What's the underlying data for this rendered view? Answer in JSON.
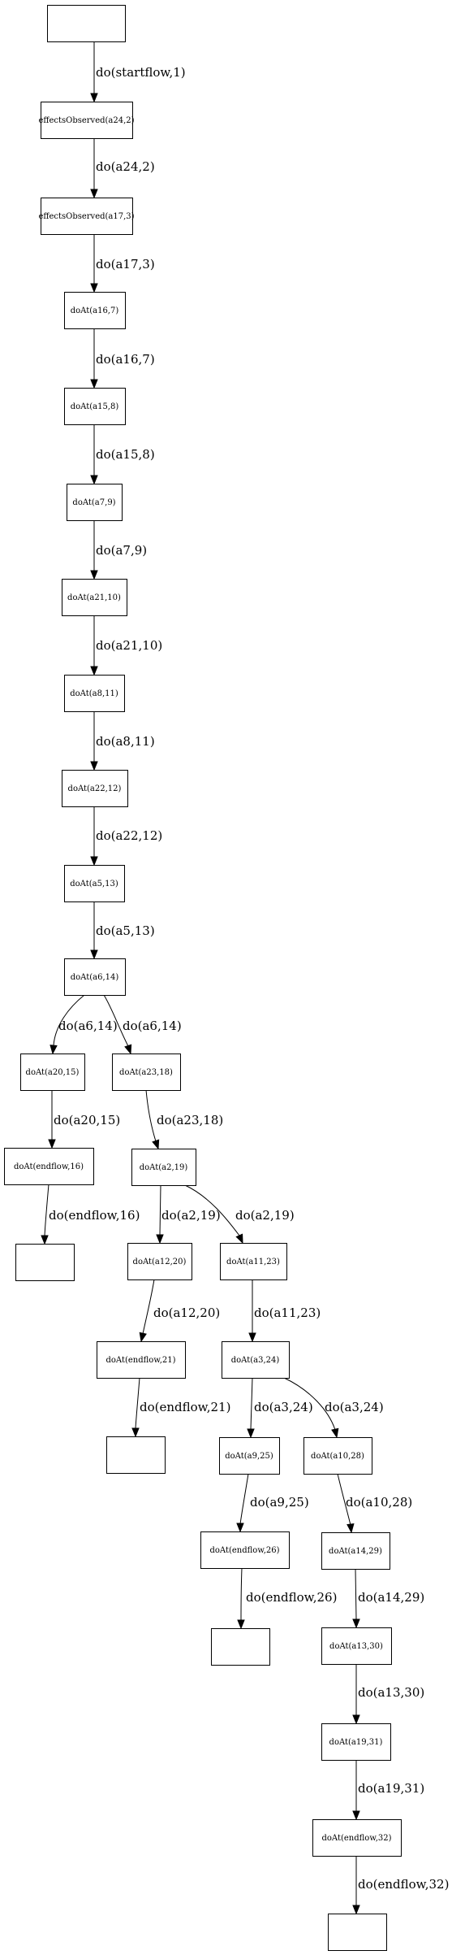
{
  "diagram": {
    "nodes": [
      {
        "id": "n0",
        "label": ""
      },
      {
        "id": "n1",
        "label": "effectsObserved(a24,2)"
      },
      {
        "id": "n2",
        "label": "effectsObserved(a17,3)"
      },
      {
        "id": "n3",
        "label": "doAt(a16,7)"
      },
      {
        "id": "n4",
        "label": "doAt(a15,8)"
      },
      {
        "id": "n5",
        "label": "doAt(a7,9)"
      },
      {
        "id": "n6",
        "label": "doAt(a21,10)"
      },
      {
        "id": "n7",
        "label": "doAt(a8,11)"
      },
      {
        "id": "n8",
        "label": "doAt(a22,12)"
      },
      {
        "id": "n9",
        "label": "doAt(a5,13)"
      },
      {
        "id": "n10",
        "label": "doAt(a6,14)"
      },
      {
        "id": "n11",
        "label": "doAt(a20,15)"
      },
      {
        "id": "n12",
        "label": "doAt(a23,18)"
      },
      {
        "id": "n13",
        "label": "doAt(endflow,16)"
      },
      {
        "id": "n14",
        "label": "doAt(a2,19)"
      },
      {
        "id": "n15",
        "label": ""
      },
      {
        "id": "n16",
        "label": "doAt(a12,20)"
      },
      {
        "id": "n17",
        "label": "doAt(a11,23)"
      },
      {
        "id": "n18",
        "label": "doAt(endflow,21)"
      },
      {
        "id": "n19",
        "label": "doAt(a3,24)"
      },
      {
        "id": "n20",
        "label": ""
      },
      {
        "id": "n21",
        "label": "doAt(a9,25)"
      },
      {
        "id": "n22",
        "label": "doAt(a10,28)"
      },
      {
        "id": "n23",
        "label": "doAt(endflow,26)"
      },
      {
        "id": "n24",
        "label": "doAt(a14,29)"
      },
      {
        "id": "n25",
        "label": ""
      },
      {
        "id": "n26",
        "label": "doAt(a13,30)"
      },
      {
        "id": "n27",
        "label": "doAt(a19,31)"
      },
      {
        "id": "n28",
        "label": "doAt(endflow,32)"
      },
      {
        "id": "n29",
        "label": ""
      }
    ],
    "edges": [
      {
        "from": "n0",
        "to": "n1",
        "label": "do(startflow,1)"
      },
      {
        "from": "n1",
        "to": "n2",
        "label": "do(a24,2)"
      },
      {
        "from": "n2",
        "to": "n3",
        "label": "do(a17,3)"
      },
      {
        "from": "n3",
        "to": "n4",
        "label": "do(a16,7)"
      },
      {
        "from": "n4",
        "to": "n5",
        "label": "do(a15,8)"
      },
      {
        "from": "n5",
        "to": "n6",
        "label": "do(a7,9)"
      },
      {
        "from": "n6",
        "to": "n7",
        "label": "do(a21,10)"
      },
      {
        "from": "n7",
        "to": "n8",
        "label": "do(a8,11)"
      },
      {
        "from": "n8",
        "to": "n9",
        "label": "do(a22,12)"
      },
      {
        "from": "n9",
        "to": "n10",
        "label": "do(a5,13)"
      },
      {
        "from": "n10",
        "to": "n11",
        "label": "do(a6,14)"
      },
      {
        "from": "n10",
        "to": "n12",
        "label": "do(a6,14)"
      },
      {
        "from": "n11",
        "to": "n13",
        "label": "do(a20,15)"
      },
      {
        "from": "n12",
        "to": "n14",
        "label": "do(a23,18)"
      },
      {
        "from": "n13",
        "to": "n15",
        "label": "do(endflow,16)"
      },
      {
        "from": "n14",
        "to": "n16",
        "label": "do(a2,19)"
      },
      {
        "from": "n14",
        "to": "n17",
        "label": "do(a2,19)"
      },
      {
        "from": "n16",
        "to": "n18",
        "label": "do(a12,20)"
      },
      {
        "from": "n17",
        "to": "n19",
        "label": "do(a11,23)"
      },
      {
        "from": "n18",
        "to": "n20",
        "label": "do(endflow,21)"
      },
      {
        "from": "n19",
        "to": "n21",
        "label": "do(a3,24)"
      },
      {
        "from": "n19",
        "to": "n22",
        "label": "do(a3,24)"
      },
      {
        "from": "n21",
        "to": "n23",
        "label": "do(a9,25)"
      },
      {
        "from": "n22",
        "to": "n24",
        "label": "do(a10,28)"
      },
      {
        "from": "n23",
        "to": "n25",
        "label": "do(endflow,26)"
      },
      {
        "from": "n24",
        "to": "n26",
        "label": "do(a14,29)"
      },
      {
        "from": "n26",
        "to": "n27",
        "label": "do(a13,30)"
      },
      {
        "from": "n27",
        "to": "n28",
        "label": "do(a19,31)"
      },
      {
        "from": "n28",
        "to": "n29",
        "label": "do(endflow,32)"
      }
    ]
  }
}
